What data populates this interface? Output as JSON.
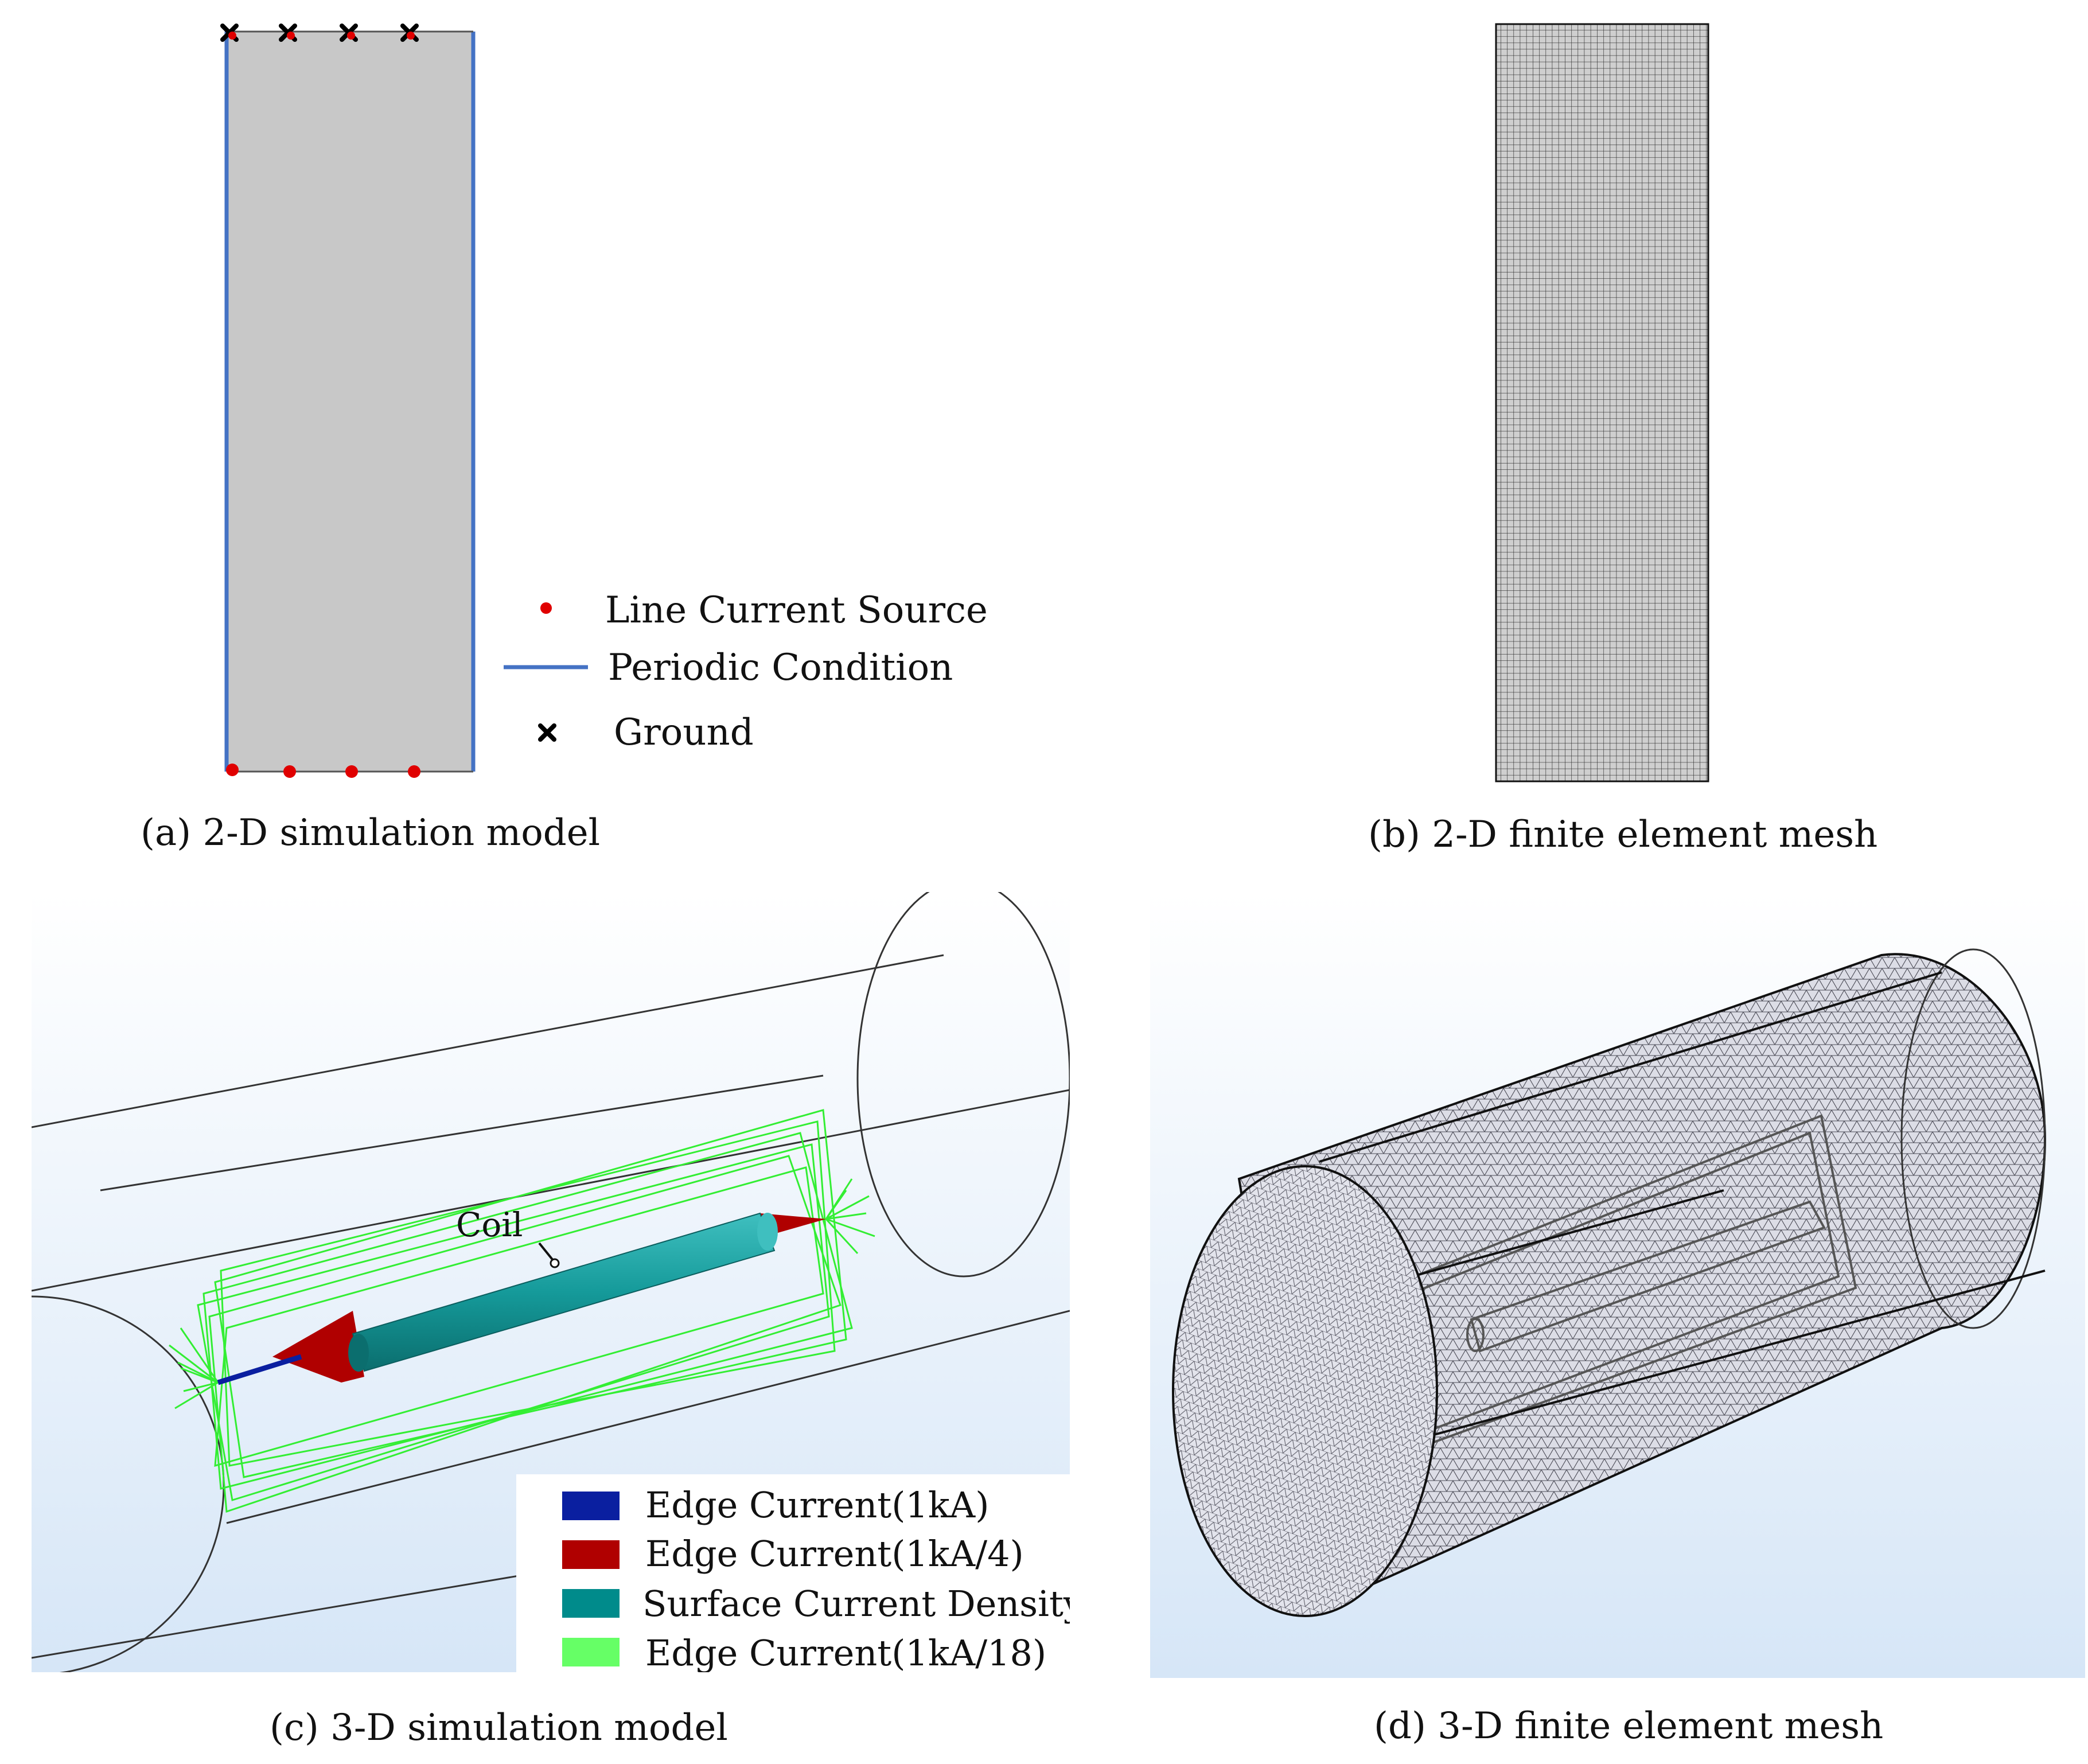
{
  "panel_a": {
    "caption": "(a) 2-D simulation model",
    "legend": {
      "line_current_source": "Line Current Source",
      "periodic_condition": "Periodic Condition",
      "ground": "Ground"
    },
    "colors": {
      "domain": "#c8c8c8",
      "boundary": "#4472c4",
      "source": "#e00000",
      "ground": "#000000"
    }
  },
  "panel_b": {
    "caption": "(b) 2-D finite element mesh",
    "colors": {
      "mesh_fill": "#cfcfcf",
      "mesh_line": "#2b2b2b"
    }
  },
  "panel_c": {
    "caption": "(c) 3-D simulation model",
    "coil_label": "Coil",
    "legend": [
      {
        "label": "Edge Current(1kA)",
        "color": "#0a1fa0"
      },
      {
        "label": "Edge Current(1kA/4)",
        "color": "#b00000"
      },
      {
        "label": "Surface Current Density",
        "color": "#008b8b"
      },
      {
        "label": "Edge Current(1kA/18)",
        "color": "#66ff66"
      }
    ]
  },
  "panel_d": {
    "caption": "(d) 3-D finite element mesh"
  }
}
